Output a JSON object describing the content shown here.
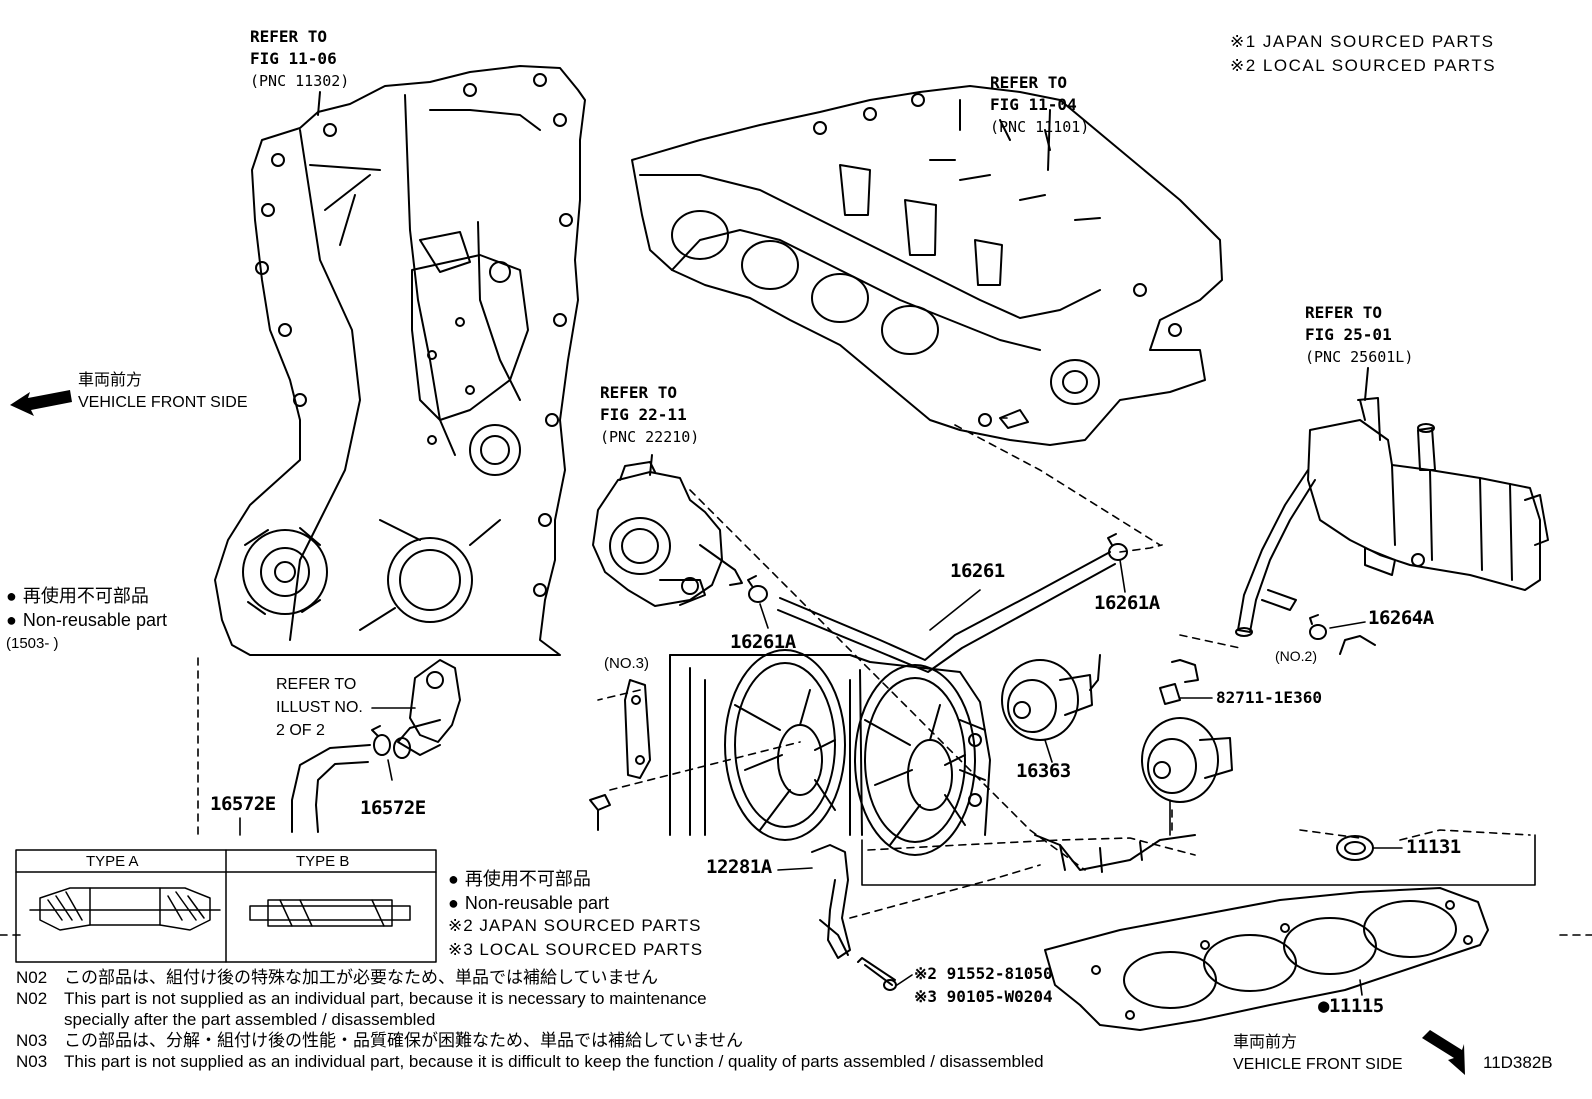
{
  "diagram": {
    "figure_code": "11D382B",
    "sourced_parts": [
      "※1 JAPAN SOURCED PARTS",
      "※2 LOCAL SOURCED PARTS"
    ],
    "refs": {
      "timing_cover": {
        "line1": "REFER TO",
        "line2": "FIG 11-06",
        "pnc": "(PNC 11302)"
      },
      "cylinder_head": {
        "line1": "REFER TO",
        "line2": "FIG 11-04",
        "pnc": "(PNC 11101)"
      },
      "throttle_body": {
        "line1": "REFER TO",
        "line2": "FIG 22-11",
        "pnc": "(PNC 22210)"
      },
      "egr_cooler": {
        "line1": "REFER TO",
        "line2": "FIG 25-01",
        "pnc": "(PNC 25601L)"
      },
      "illust": {
        "line1": "REFER TO",
        "line2": "ILLUST NO.",
        "line3": "2 OF 2"
      }
    },
    "vehicle_front_top": {
      "jp": "車両前方",
      "en": "VEHICLE FRONT SIDE"
    },
    "vehicle_front_bottom": {
      "jp": "車両前方",
      "en": "VEHICLE FRONT SIDE"
    },
    "nonreusable_top": {
      "jp": "再使用不可部品",
      "en": "Non-reusable part",
      "date": "(1503-     )"
    },
    "legend": {
      "type_a": "TYPE A",
      "type_b": "TYPE B",
      "jp": "再使用不可部品",
      "en": "Non-reusable part",
      "japan": "※2 JAPAN SOURCED PARTS",
      "local": "※3 LOCAL SOURCED PARTS"
    },
    "notes": [
      {
        "code": "N02",
        "text": "この部品は、組付け後の特殊な加工が必要なため、単品では補給していません"
      },
      {
        "code": "N02",
        "text": "This part is not supplied as an individual part, because it is necessary to maintenance"
      },
      {
        "code": "",
        "text": "specially after the part assembled / disassembled"
      },
      {
        "code": "N03",
        "text": "この部品は、分解・組付け後の性能・品質確保が困難なため、単品では補給していません"
      },
      {
        "code": "N03",
        "text": "This part is not supplied as an individual part, because it is difficult to keep the function / quality of parts  assembled / disassembled"
      }
    ],
    "parts": {
      "p16261": "16261",
      "p16261a_right": "16261A",
      "p16261a_left": "16261A",
      "p16264a": "16264A",
      "p16572e_left": "16572E",
      "p16572e_right": "16572E",
      "p16363": "16363",
      "p82711": "82711-1E360",
      "p11131": "11131",
      "p12281a": "12281A",
      "p91552": "※2 91552-81050",
      "p90105": "※3 90105-W0204",
      "p11115": "●11115",
      "no3": "(NO.3)",
      "no2": "(NO.2)"
    }
  }
}
